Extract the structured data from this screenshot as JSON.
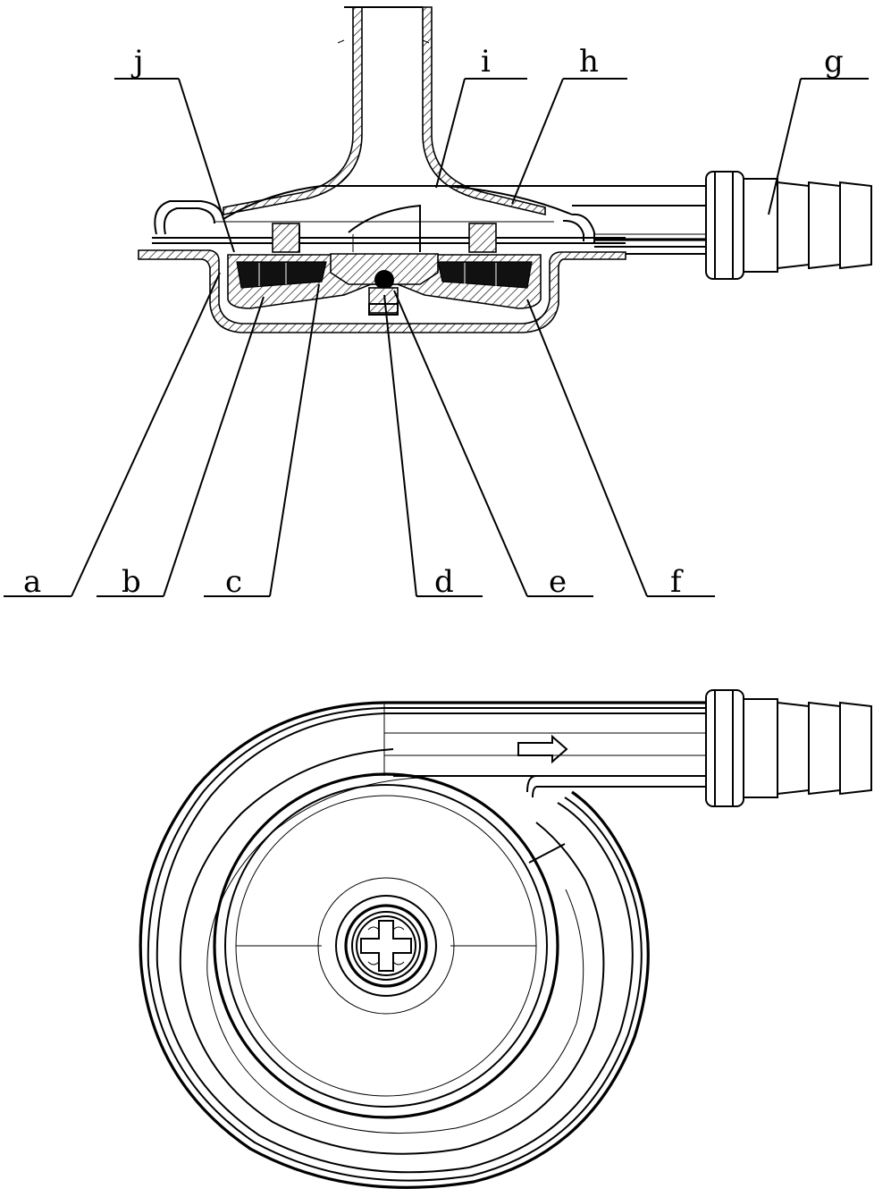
{
  "labels": {
    "a": "a",
    "b": "b",
    "c": "c",
    "d": "d",
    "e": "e",
    "f": "f",
    "g": "g",
    "h": "h",
    "i": "i",
    "j": "j"
  },
  "style": {
    "line_color": "#000000",
    "background": "#ffffff"
  }
}
